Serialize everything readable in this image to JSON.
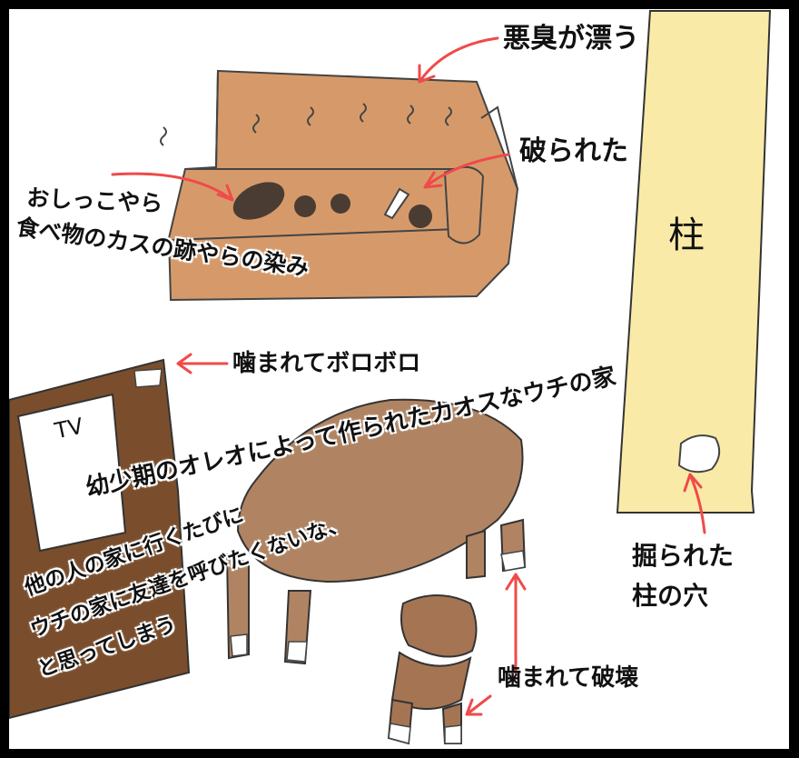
{
  "colors": {
    "frame": "#000000",
    "panel": "#ffffff",
    "sofa": "#d69a6a",
    "pillar": "#faeaa8",
    "tv_cabinet": "#7a4e2c",
    "table": "#b08462",
    "chair": "#a57553",
    "arrow": "#f04a4a",
    "stain": "#4a3c32"
  },
  "labels": {
    "smell": "悪臭が漂う",
    "torn": "破られた",
    "stain_line1": "おしっこやら",
    "stain_line2": "食べ物のカスの跡やらの染み",
    "pillar": "柱",
    "chewed_tv": "噛まれてボロボロ",
    "tv": "TV",
    "chaos_house": "幼少期のオレオによって作られたカオスなウチの家",
    "friends_line1": "他の人の家に行くたびに",
    "friends_line2": "ウチの家に友達を呼びたくないな、",
    "friends_line3": "と思ってしまう",
    "dug_line1": "掘られた",
    "dug_line2": "柱の穴",
    "chewed_broken": "噛まれて破壊"
  }
}
